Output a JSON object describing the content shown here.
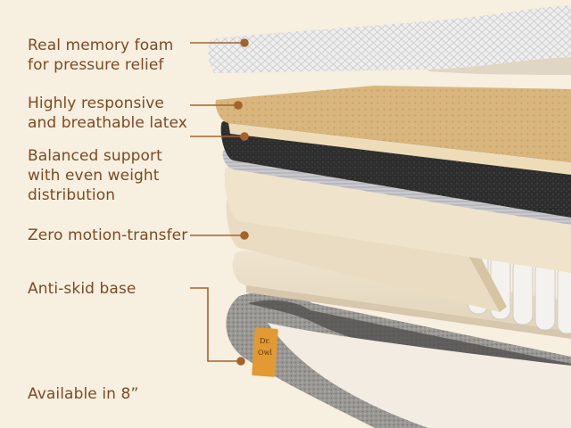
{
  "callouts": [
    {
      "lines": [
        "Real memory foam",
        "for pressure relief"
      ]
    },
    {
      "lines": [
        "Highly responsive",
        "and breathable latex"
      ]
    },
    {
      "lines": [
        "Balanced support",
        "with even weight",
        "distribution"
      ]
    },
    {
      "lines": [
        "Zero motion-transfer"
      ]
    },
    {
      "lines": [
        "Anti-skid base"
      ]
    }
  ],
  "footnote": "Available in 8”",
  "tag": {
    "line1": "Dr.",
    "line2": "Owl"
  },
  "colors": {
    "background": "#f7efdf",
    "label_text": "#7c4a25",
    "leader_line": "#a4632c",
    "latex_layer": "#d9b77f",
    "support_foam": "#2f2f2f",
    "base_cover": "#8c8a86",
    "tag": "#e39a32"
  }
}
